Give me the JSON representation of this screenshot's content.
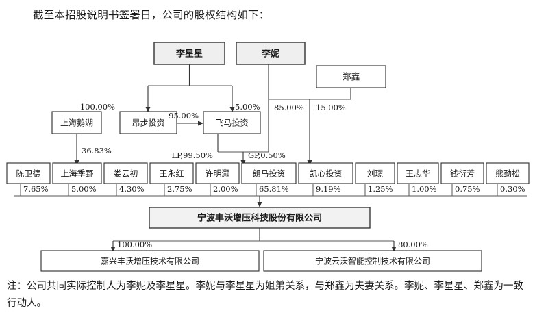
{
  "title": "截至本招股说明书签署日，公司的股权结构如下：",
  "footnote": "注：公司共同实际控制人为李妮及李星星。李妮与李星星为姐弟关系，与郑鑫为夫妻关系。李妮、李星星、郑鑫为一致行动人。",
  "diagram": {
    "type": "org-equity-structure",
    "persons": [
      {
        "id": "lixingxing",
        "label": "李星星",
        "style": "shaded-bold"
      },
      {
        "id": "lini",
        "label": "李妮",
        "style": "shaded-bold"
      },
      {
        "id": "zhengxin",
        "label": "郑鑫",
        "style": "plain"
      }
    ],
    "intermediates": [
      {
        "id": "shanghai_ehu",
        "label": "上海鹅湖"
      },
      {
        "id": "angbu",
        "label": "昂步投资"
      },
      {
        "id": "feima",
        "label": "飞马投资"
      }
    ],
    "shareholders": [
      {
        "id": "chenweide",
        "label": "陈卫德",
        "pct": "7.65%"
      },
      {
        "id": "shanghai_jiye",
        "label": "上海季野",
        "pct": "5.00%"
      },
      {
        "id": "louyunchu",
        "label": "娄云初",
        "pct": "4.30%"
      },
      {
        "id": "wangyonghong",
        "label": "王永红",
        "pct": "2.75%"
      },
      {
        "id": "xumingha",
        "label": "许明灏",
        "pct": "2.00%"
      },
      {
        "id": "langma",
        "label": "朗马投资",
        "pct": "65.81%"
      },
      {
        "id": "kaixin",
        "label": "凯心投资",
        "pct": "9.19%"
      },
      {
        "id": "liujing",
        "label": "刘璟",
        "pct": "1.25%"
      },
      {
        "id": "wangzhihua",
        "label": "王志华",
        "pct": "1.00%"
      },
      {
        "id": "qianyanfang",
        "label": "钱衍芳",
        "pct": "0.75%"
      },
      {
        "id": "xiongjinsong",
        "label": "熊劲松",
        "pct": "0.30%"
      }
    ],
    "company": {
      "id": "fengwo",
      "label": "宁波丰沃增压科技股份有限公司"
    },
    "subsidiaries": [
      {
        "id": "jiaxing",
        "label": "嘉兴丰沃增压技术有限公司",
        "pct": "100.00%"
      },
      {
        "id": "yunwo",
        "label": "宁波云沃智能控制技术有限公司",
        "pct": "80.00%"
      }
    ],
    "edge_labels": {
      "lixingxing_to_angbu": "100.00%",
      "lixingxing_to_feima": "5.00%",
      "angbu_to_feima": "95.00%",
      "ehu_to_jiye": "36.83%",
      "lini_to_kaixin": "85.00%",
      "zhengxin_to_kaixin": "15.00%",
      "feima_to_langma_lp": "LP,99.50%",
      "lini_to_langma_gp": "GP,0.50%"
    }
  }
}
